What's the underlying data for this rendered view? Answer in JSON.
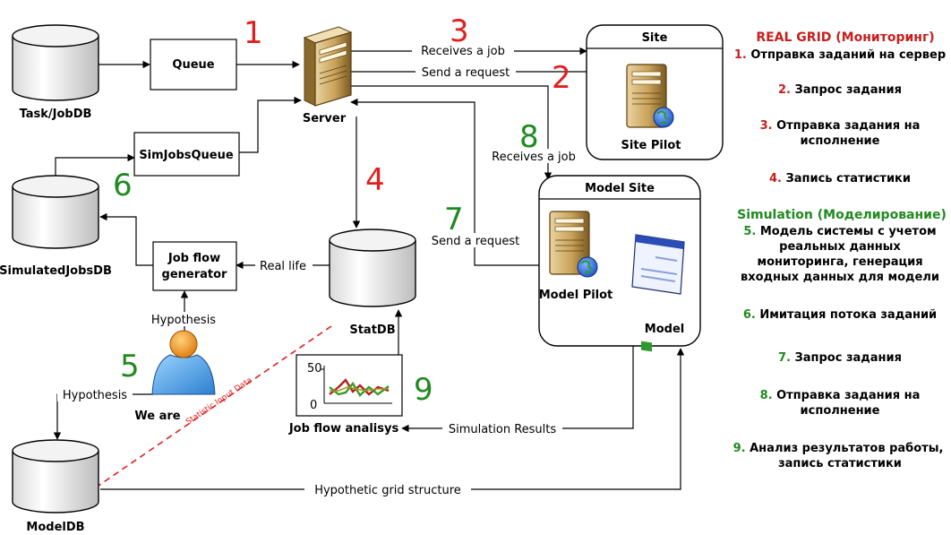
{
  "nodes": {
    "task_db": "Task/JobDB",
    "queue": "Queue",
    "server": "Server",
    "site_title": "Site",
    "site_pilot": "Site Pilot",
    "sim_jobs_queue": "SimJobsQueue",
    "simulated_jobs_db": "SimulatedJobsDB",
    "job_flow_generator_line1": "Job flow",
    "job_flow_generator_line2": "generator",
    "stat_db": "StatDB",
    "model_site_title": "Model Site",
    "model_pilot": "Model Pilot",
    "model": "Model",
    "we_are": "We are",
    "model_db": "ModelDB",
    "job_flow_analysis": "Job flow analisys"
  },
  "edges": {
    "receives_job_top": "Receives a job",
    "send_request_top": "Send a request",
    "receives_job_8": "Receives a job",
    "send_request_7": "Send a request",
    "real_life": "Real life",
    "hypothesis_up": "Hypothesis",
    "hypothesis_left": "Hypothesis",
    "statistic_input": "Statistic Input Data",
    "simulation_results": "Simulation Results",
    "hypothetic_grid": "Hypothetic grid structure"
  },
  "mini_chart": {
    "y_top": "50",
    "y_bottom": "0"
  },
  "step_numbers": {
    "n1": "1",
    "n2": "2",
    "n3": "3",
    "n4": "4",
    "n5": "5",
    "n6": "6",
    "n7": "7",
    "n8": "8",
    "n9": "9"
  },
  "colors": {
    "red": "#e02020",
    "green": "#1f8a1f",
    "server_gold": "#c9a35a",
    "globe_blue": "#1f55c8"
  },
  "legend": {
    "real_title": "REAL GRID (Мониторинг)",
    "items_real": [
      {
        "num": "1.",
        "text": "Отправка заданий на сервер"
      },
      {
        "num": "2.",
        "text": "Запрос задания"
      },
      {
        "num": "3.",
        "text": "Отправка задания на",
        "text2": "исполнение"
      },
      {
        "num": "4.",
        "text": "Запись статистики"
      }
    ],
    "sim_title": "Simulation (Моделирование)",
    "items_sim": [
      {
        "num": "5.",
        "text": "Модель системы с учетом",
        "text2": "реальных данных",
        "text3": "мониторинга, генерация",
        "text4": "входных данных для модели"
      },
      {
        "num": "6.",
        "text": "Имитация потока заданий"
      },
      {
        "num": "7.",
        "text": "Запрос задания"
      },
      {
        "num": "8.",
        "text": "Отправка задания на",
        "text2": "исполнение"
      },
      {
        "num": "9.",
        "text": "Анализ результатов работы,",
        "text2": "запись статистики"
      }
    ]
  }
}
